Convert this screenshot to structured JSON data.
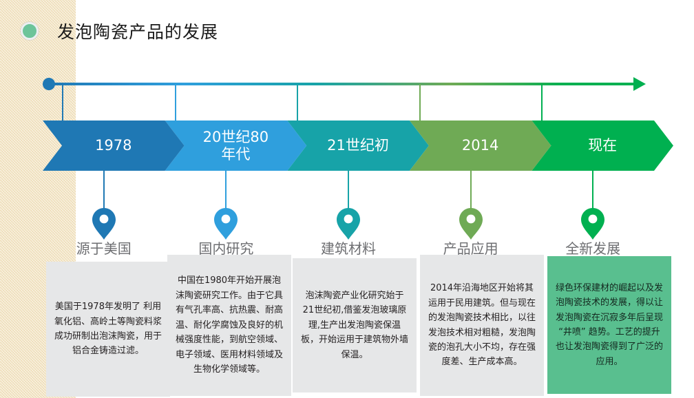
{
  "page": {
    "title": "发泡陶瓷产品的发展",
    "bullet_icon": "circle-bullet-icon",
    "background_color": "#ffffff",
    "side_strip_color": "#f2e3c0"
  },
  "axis": {
    "start_marker_icon": "axis-start-dot-icon",
    "end_marker_icon": "axis-arrow-head-icon",
    "gradient_from": "#1f78b4",
    "gradient_to": "#00b050"
  },
  "timeline": {
    "stages": [
      {
        "period": "1978",
        "pin_label": "源于美国",
        "description": "美国于1978年发明了 利用氧化铝、高岭土等陶瓷料浆成功研制出泡沫陶瓷，用于铝合金铸造过滤。",
        "color": "#1f78b4",
        "pin_icon": "map-pin-icon",
        "box_style": "gray"
      },
      {
        "period": "20世纪80年代",
        "pin_label": "国内研究",
        "description": "中国在1980年开始开展泡沫陶瓷研究工作。由于它具有气孔率高、抗热震、耐高温、耐化学腐蚀及良好的机械强度性能，到航空领域、电子领域、医用材料领域及生物化学领域等。",
        "color": "#2f9fdd",
        "pin_icon": "map-pin-icon",
        "box_style": "gray"
      },
      {
        "period": "21世纪初",
        "pin_label": "建筑材料",
        "description": "泡沫陶瓷产业化研究始于21世纪初,借鉴发泡玻璃原理,生产出发泡陶瓷保温板，开始运用于建筑物外墙保温。",
        "color": "#17a3a8",
        "pin_icon": "map-pin-icon",
        "box_style": "gray"
      },
      {
        "period": "2014",
        "pin_label": "产品应用",
        "description": "2014年沿海地区开始将其运用于民用建筑。但与现在的发泡陶瓷技术相比，以往发泡技术相对粗糙，发泡陶瓷的泡孔大小不均，存在强度差、生产成本高。",
        "color": "#6faa55",
        "pin_icon": "map-pin-icon",
        "box_style": "gray"
      },
      {
        "period": "现在",
        "pin_label": "全新发展",
        "description": "绿色环保建材的崛起以及发泡陶瓷技术的发展，得以让发泡陶瓷在沉寂多年后呈现 “井喷” 趋势。工艺的提升也让发泡陶瓷得到了广泛的应用。",
        "color": "#00b050",
        "pin_icon": "map-pin-icon",
        "box_style": "green"
      }
    ]
  }
}
